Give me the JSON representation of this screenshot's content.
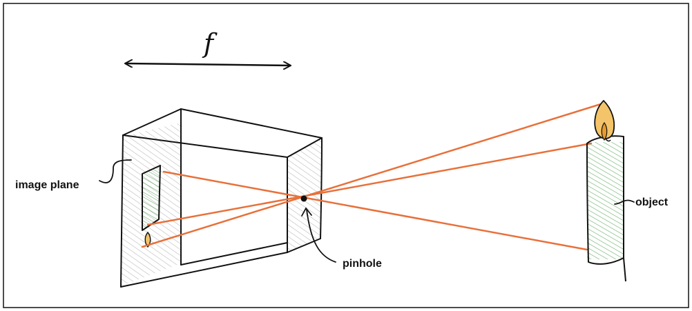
{
  "diagram": {
    "labels": {
      "focal_length": "f",
      "image_plane": "image plane",
      "pinhole": "pinhole",
      "object": "object"
    }
  },
  "colors": {
    "ray": "#E8703A",
    "outline": "#111111",
    "hatch_green": "#3E9A3E",
    "hatch_grey": "#9A9A9A",
    "flame_outer": "#F3C469",
    "flame_inner": "#E89A2E"
  }
}
